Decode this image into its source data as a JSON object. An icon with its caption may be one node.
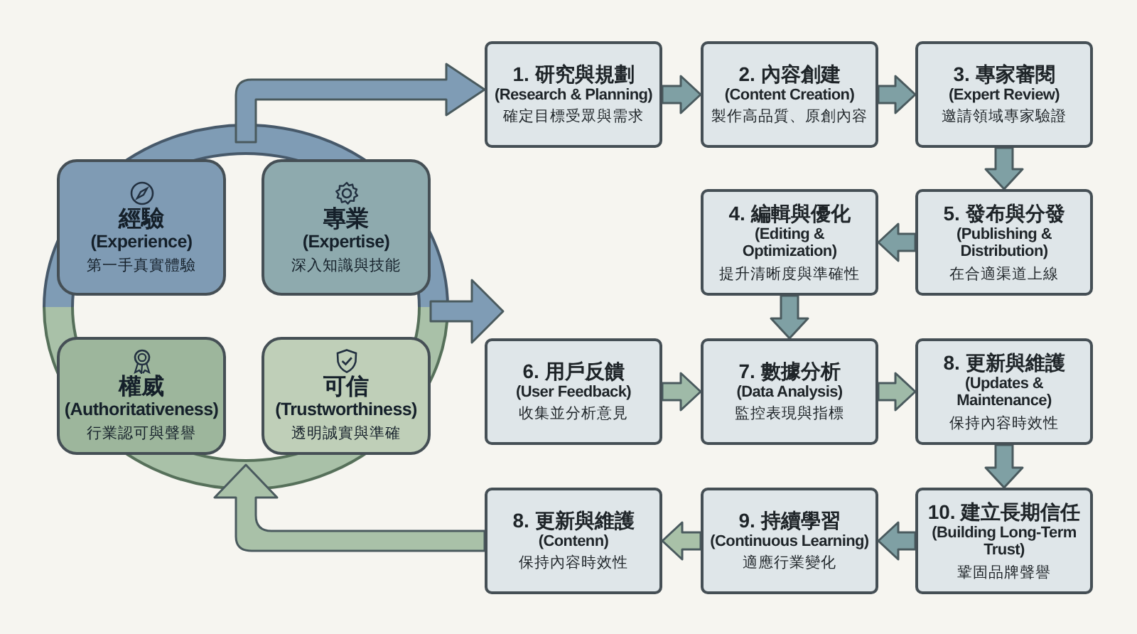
{
  "diagram": {
    "nodes": [
      {
        "text": [
          "經驗",
          "(Experience)",
          "第一手真實體驗"
        ]
      },
      {
        "text": [
          "專業",
          "(Expertise)",
          "深入知識與技能"
        ]
      },
      {
        "text": [
          "權威",
          "(Authoritativeness)",
          "行業認可與聲譽"
        ]
      },
      {
        "text": [
          "可信",
          "(Trustworthiness)",
          "透明誠實與準確"
        ]
      },
      {
        "text": [
          "1. 研究與規劃",
          "(Research & Planning)",
          "確定目標受眾與需求"
        ]
      },
      {
        "text": [
          "2. 內容創建",
          "(Content Creation)",
          "製作高品質、原創內容"
        ]
      },
      {
        "text": [
          "3. 專家審閱",
          "(Expert Review)",
          "邀請領域專家驗證"
        ]
      },
      {
        "text": [
          "4. 編輯與優化",
          "(Editing & Optimization)",
          "提升清晰度與準確性"
        ]
      },
      {
        "text": [
          "5. 發布與分發",
          "(Publishing & Distribution)",
          "在合適渠道上線"
        ]
      },
      {
        "text": [
          "6. 用戶反饋",
          "(User Feedback)",
          "收集並分析意見"
        ]
      },
      {
        "text": [
          "7. 數據分析",
          "(Data Analysis)",
          "監控表現與指標"
        ]
      },
      {
        "text": [
          "8. 更新與維護",
          "(Updates & Maintenance)",
          "保持內容時效性"
        ]
      },
      {
        "text": [
          "8. 更新與維護",
          "(Contenn)",
          "保持內容時效性"
        ]
      },
      {
        "text": [
          "9. 持續學習",
          "(Continuous Learning)",
          "適應行業變化"
        ]
      },
      {
        "text": [
          "10. 建立長期信任",
          "(Building Long-Term Trust)",
          "鞏固品牌聲譽"
        ]
      }
    ],
    "edges": [
      {
        "from": null,
        "to": 4,
        "arrow": "to",
        "color": "#7f9cb5"
      },
      {
        "from": 1,
        "to": null,
        "arrow": "to",
        "color": "#7f9cb5"
      },
      {
        "from": 4,
        "to": 5,
        "arrow": "to"
      },
      {
        "from": 5,
        "to": 6,
        "arrow": "to"
      },
      {
        "from": 6,
        "to": 8,
        "arrow": "to"
      },
      {
        "from": 8,
        "to": 7,
        "arrow": "to"
      },
      {
        "from": 7,
        "to": 10,
        "arrow": "to"
      },
      {
        "from": 9,
        "to": 10,
        "arrow": "to",
        "color": "#9fbaa8"
      },
      {
        "from": 10,
        "to": 11,
        "arrow": "to",
        "color": "#9fbaa8"
      },
      {
        "from": 11,
        "to": 14,
        "arrow": "to"
      },
      {
        "from": 14,
        "to": 13,
        "arrow": "to"
      },
      {
        "from": 13,
        "to": 12,
        "arrow": "to",
        "color": "#a9c1a8"
      },
      {
        "from": 12,
        "to": null,
        "arrow": "to",
        "color": "#a9c1a8"
      }
    ]
  }
}
